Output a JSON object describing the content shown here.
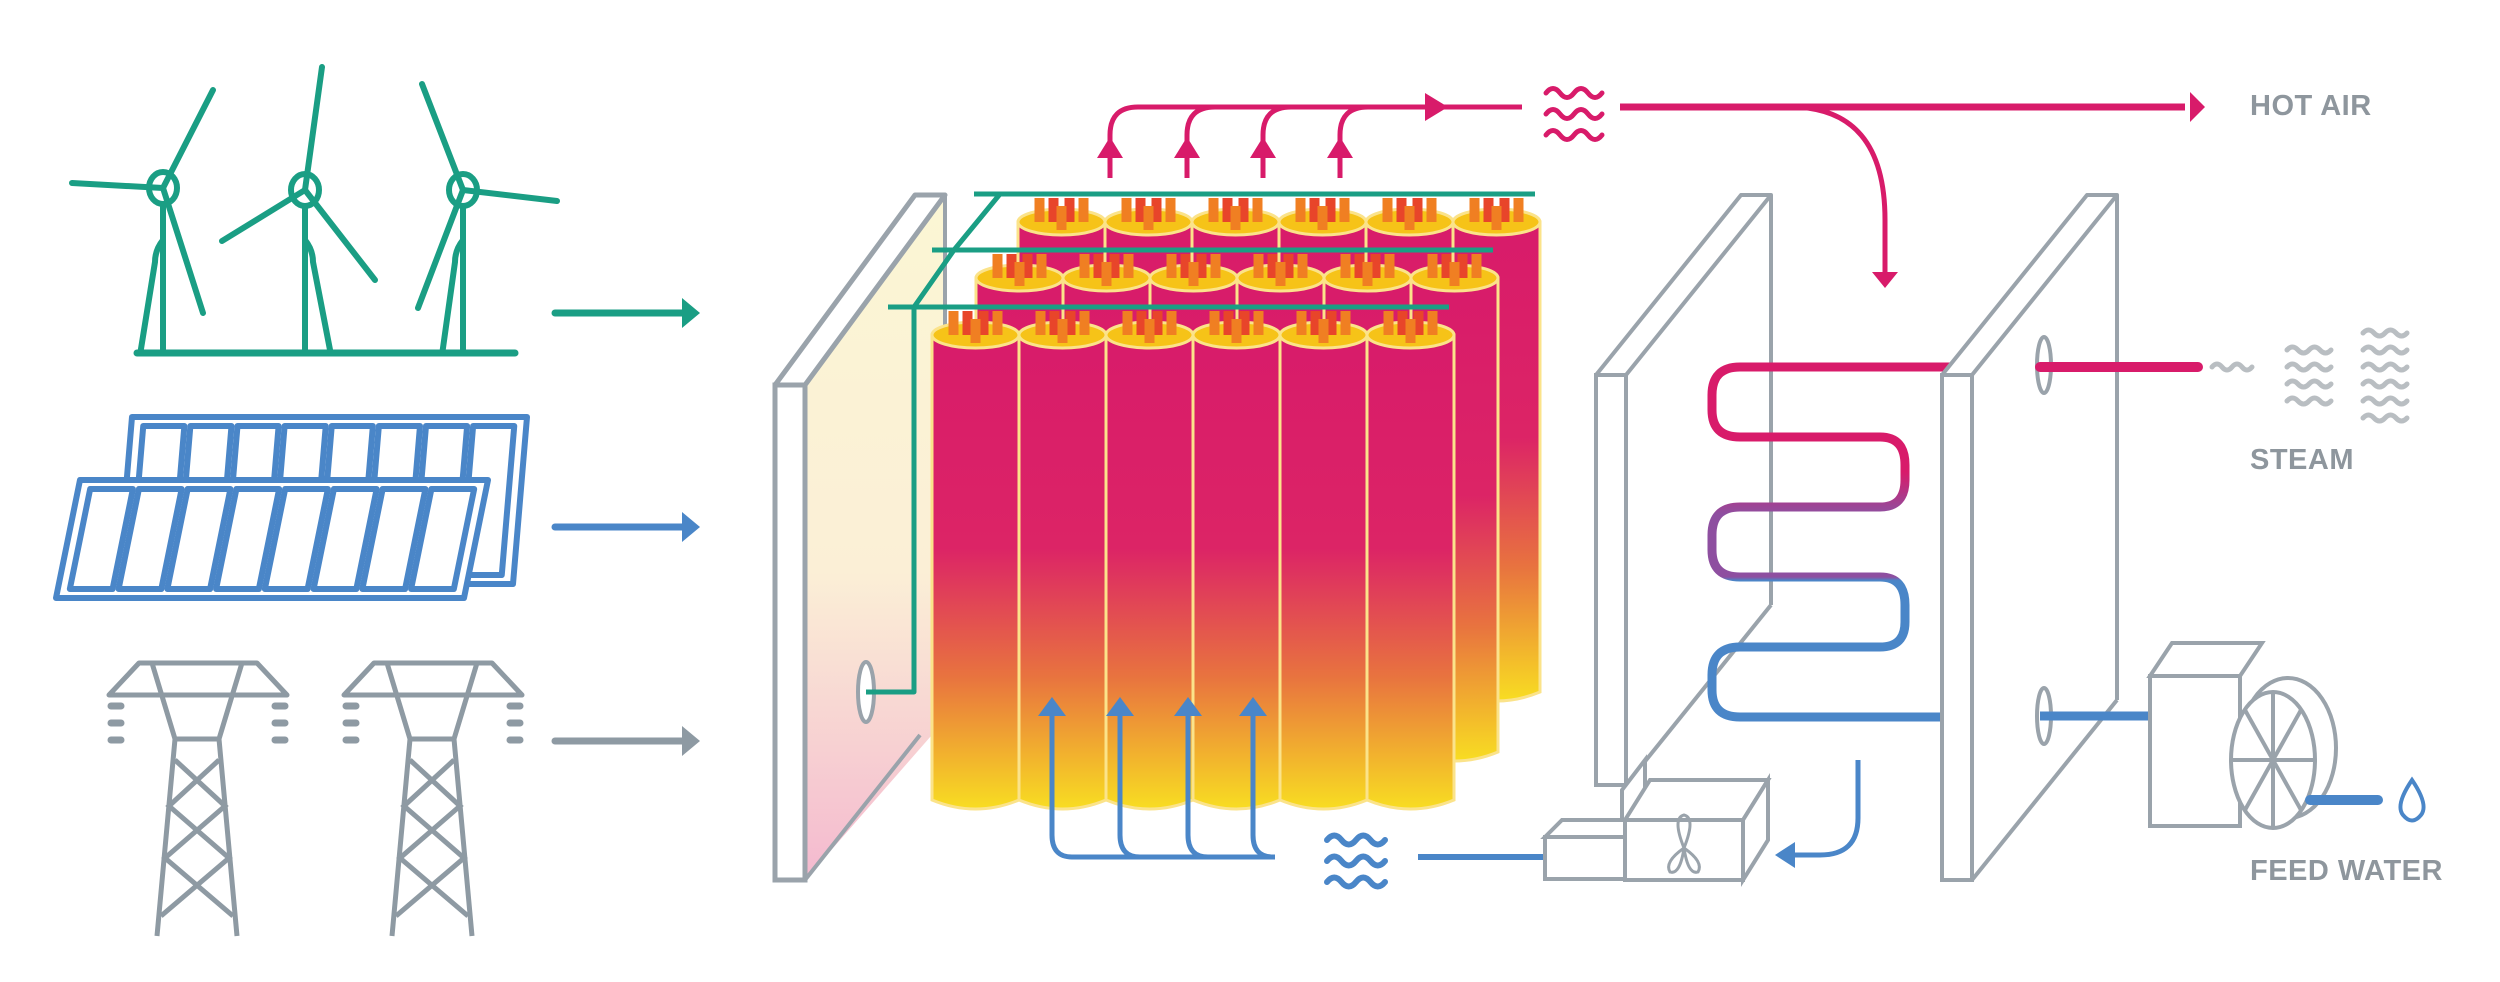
{
  "diagram": {
    "title": "Thermal energy storage system",
    "colors": {
      "wind": "#1a9e84",
      "solar": "#4a86c8",
      "grid": "#8e9aa3",
      "hot": "#d81b6a",
      "warm": "#8e4fa0",
      "cold": "#4a86c8",
      "outline": "#9aa3ab",
      "steam_wave": "#b9bec2",
      "label": "#8e969d",
      "cyl_top": "#d81b6a",
      "cyl_bottom": "#f8dd22",
      "cap": "#f6c318",
      "pin": "#f07f22",
      "pin_dark": "#e8452a"
    },
    "inputs": [
      {
        "id": "wind",
        "name": "Wind turbines",
        "icon": "wind-turbine-icon",
        "count": 3
      },
      {
        "id": "solar",
        "name": "Solar panels",
        "icon": "solar-panel-icon",
        "count": 2
      },
      {
        "id": "grid",
        "name": "Power grid",
        "icon": "power-pylon-icon",
        "count": 2
      }
    ],
    "storage": {
      "name": "Heat storage module",
      "rows": 3,
      "cylinders_per_row": 6,
      "air_inlets": 4,
      "air_outlets": 4
    },
    "outputs": {
      "hot_air": "HOT AIR",
      "steam": "STEAM",
      "feed_water": "FEED WATER"
    }
  }
}
